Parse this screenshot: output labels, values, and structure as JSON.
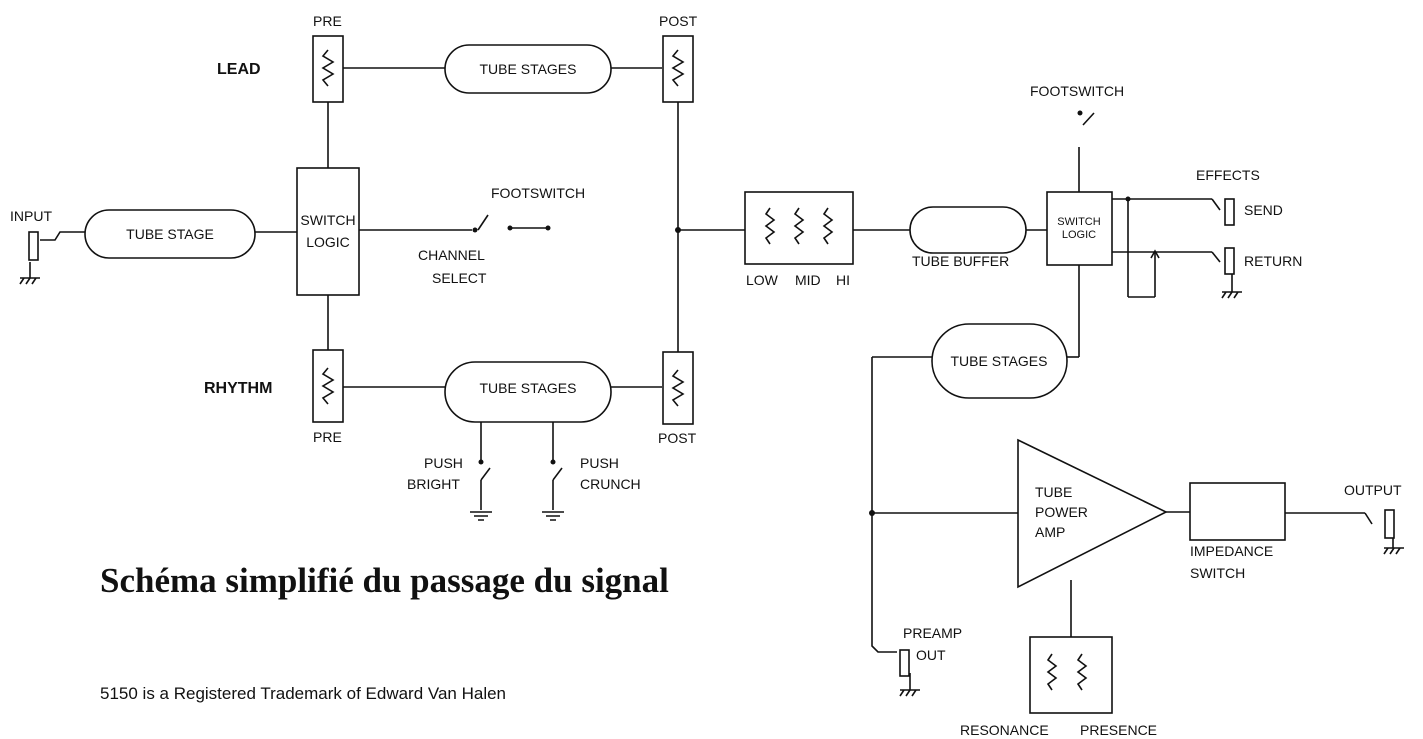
{
  "diagram": {
    "lead_label": "LEAD",
    "rhythm_label": "RHYTHM",
    "pre_top": "PRE",
    "pre_bottom": "PRE",
    "post_top": "POST",
    "post_bottom": "POST",
    "tube_stages_lead": "TUBE STAGES",
    "tube_stages_rhythm": "TUBE STAGES",
    "tube_stages_right": "TUBE STAGES",
    "tube_stage_input": "TUBE STAGE",
    "input_label": "INPUT",
    "switch_logic_1": "SWITCH",
    "switch_logic_2": "LOGIC",
    "footswitch_channel": "FOOTSWITCH",
    "channel_1": "CHANNEL",
    "channel_2": "SELECT",
    "eq_low": "LOW",
    "eq_mid": "MID",
    "eq_hi": "HI",
    "tube_buffer": "TUBE BUFFER",
    "fx_switch_1": "SWITCH",
    "fx_switch_2": "LOGIC",
    "footswitch_fx": "FOOTSWITCH",
    "effects": "EFFECTS",
    "send": "SEND",
    "return": "RETURN",
    "push_1": "PUSH",
    "bright": "BRIGHT",
    "push_2": "PUSH",
    "crunch": "CRUNCH",
    "power_1": "TUBE",
    "power_2": "POWER",
    "power_3": "AMP",
    "impedance_1": "IMPEDANCE",
    "impedance_2": "SWITCH",
    "output": "OUTPUT",
    "preamp_1": "PREAMP",
    "preamp_2": "OUT",
    "resonance": "RESONANCE",
    "presence": "PRESENCE"
  },
  "caption": {
    "title": "Schéma simplifié du passage du signal",
    "trademark": "5150 is a Registered Trademark of Edward Van Halen"
  }
}
